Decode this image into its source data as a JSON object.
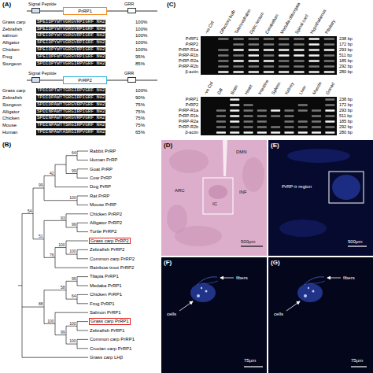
{
  "diagram": {
    "nodes": [
      {
        "text": [
          "Signal Peptide"
        ]
      },
      {
        "text": [
          "PrRP1"
        ]
      },
      {
        "text": [
          "GRR"
        ]
      },
      {
        "text": [
          "Signal Peptide"
        ]
      },
      {
        "text": [
          "PrRP2"
        ]
      },
      {
        "text": [
          "GRR"
        ]
      },
      {
        "text": [
          "Grass carp PrRP2"
        ]
      },
      {
        "text": [
          "Grass carp PrRP1"
        ]
      }
    ],
    "labels": [
      "(A)",
      "Grass carp",
      "Zebrafish",
      "salmon",
      "Alligator",
      "Chicken",
      "Frog",
      "Sturgeon",
      "SPEIDPYWYVGRGVRPIGRF NH2",
      "SPEIDPYWYVGRGVRPIGRF NH2",
      "SPEIDPYWYVGRGVRPIGRF NH2",
      "SPEIDPYWYVGRGVRPIGRF NH2",
      "SPEIDPYWYVGRGVRPIGRF NH2",
      "SPEIDPFWYVGRGVRPIGRF NH2",
      "SPDIDPYWYVGRGIRPVGRF NH2",
      "100%",
      "100%",
      "100%",
      "100%",
      "100%",
      "95%",
      "85%",
      "Grass carp",
      "Zebrafish",
      "Sturgeon",
      "Alligator",
      "Chicken",
      "Mouse",
      "Human",
      "TPDIDPTWYTGRGIRPVGRF NH2",
      "TPDIDPAWYTGRGIRPIGRF NH2",
      "SPDIDPAWYTGRGVRPVGRF NH2",
      "SPDINPAWYTGRGIRPIGRF NH2",
      "SPDINPAWYTGRGVRPVGRF NH2",
      "TPDINPAWYTSRGIRPVGRF NH2",
      "TPDINPAWYASRGIRPVGRF NH2",
      "100%",
      "90%",
      "75%",
      "75%",
      "75%",
      "75%",
      "65%",
      "(C)",
      "-ve Ctrl",
      "Olfactory bulb",
      "Telencephalon",
      "Optic tectum",
      "Cerebellum",
      "Medulla oblongata",
      "Spinal cord",
      "Hypothalamus",
      "Pituitary",
      "PrRP1",
      "PrRP2",
      "PrRP-R1a",
      "PrRP-R1b",
      "PrRP-R2a",
      "PrRP-R2b",
      "β-actin",
      "238 bp",
      "172 bp",
      "293 bp",
      "511 bp",
      "185 bp",
      "292 bp",
      "280 bp",
      "-ve Ctrl",
      "Gill",
      "Brain",
      "Heart",
      "Intestine",
      "Spleen",
      "Kidney",
      "Liver",
      "Muscle",
      "Gonad",
      "PrRP1",
      "PrRP2",
      "PrRP-R1a",
      "PrRP-R1b",
      "PrRP-R2a",
      "PrRP-R2b",
      "β-actin",
      "238 bp",
      "172 bp",
      "293 bp",
      "511 bp",
      "185 bp",
      "292 bp",
      "280 bp",
      "(B)",
      "Rabbit PrRP",
      "Human PrRP",
      "Goat PrRP",
      "Cow PrRP",
      "Dog PrRP",
      "Rat PrRP",
      "Mouse PrRP",
      "Chicken PrRP2",
      "Alligator PrRP2",
      "Turtle PrRP2",
      "Zebrafish PrRP2",
      "Common carp PrRP2",
      "Rainbow trout PrRP2",
      "Tilapia PrRP1",
      "Medaka PrRP1",
      "Chicken PrRP1",
      "Frog PrRP1",
      "Salmon PrRP1",
      "Zebrafish PrRP1",
      "Common carp PrRP1",
      "Crucian carp PrRP1",
      "Grass carp LHβ",
      "54",
      "99",
      "42",
      "64",
      "99",
      "100",
      "51",
      "93",
      "99",
      "76",
      "100",
      "100",
      "88",
      "58",
      "99",
      "64",
      "100",
      "99",
      "100",
      "100",
      "(D)",
      "DMN",
      "ARC",
      "INF",
      "IC",
      "500μm",
      "(E)",
      "PrRP-ir region",
      "500μm",
      "(F)",
      "cells",
      "fibers",
      "75μm",
      "(G)",
      "cells",
      "fibers",
      "75μm"
    ]
  }
}
